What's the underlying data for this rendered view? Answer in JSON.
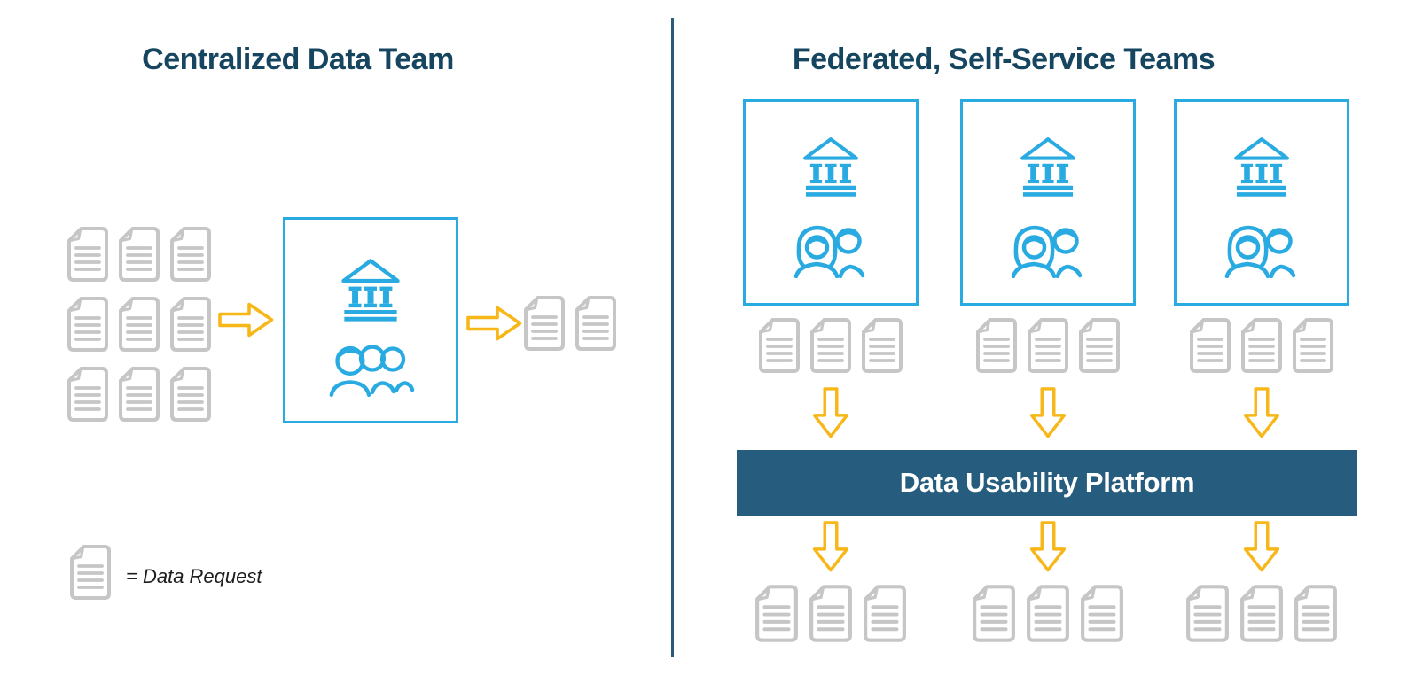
{
  "colors": {
    "accent_blue": "#29ABE2",
    "navy": "#15455F",
    "yellow": "#F7B718",
    "gray": "#C6C6C6",
    "banner_bg": "#265D7E",
    "banner_text": "#FFFFFF",
    "divider": "#2A5B79",
    "legend_text": "#1D1D1B"
  },
  "left_panel": {
    "title": "Centralized Data Team",
    "request_docs_count": 9,
    "central_box_icons": [
      "bank-icon",
      "three-person-team-icon"
    ],
    "output_docs_count": 2
  },
  "right_panel": {
    "title": "Federated, Self-Service Teams",
    "platform_label": "Data Usability Platform",
    "teams_count": 3,
    "teams": [
      {
        "icons": [
          "bank-icon",
          "two-person-team-icon"
        ],
        "request_docs_count": 3,
        "output_docs_count": 3
      },
      {
        "icons": [
          "bank-icon",
          "two-person-team-icon"
        ],
        "request_docs_count": 3,
        "output_docs_count": 3
      },
      {
        "icons": [
          "bank-icon",
          "two-person-team-icon"
        ],
        "request_docs_count": 3,
        "output_docs_count": 3
      }
    ]
  },
  "legend": {
    "symbol": "document-icon",
    "label": "= Data Request"
  }
}
